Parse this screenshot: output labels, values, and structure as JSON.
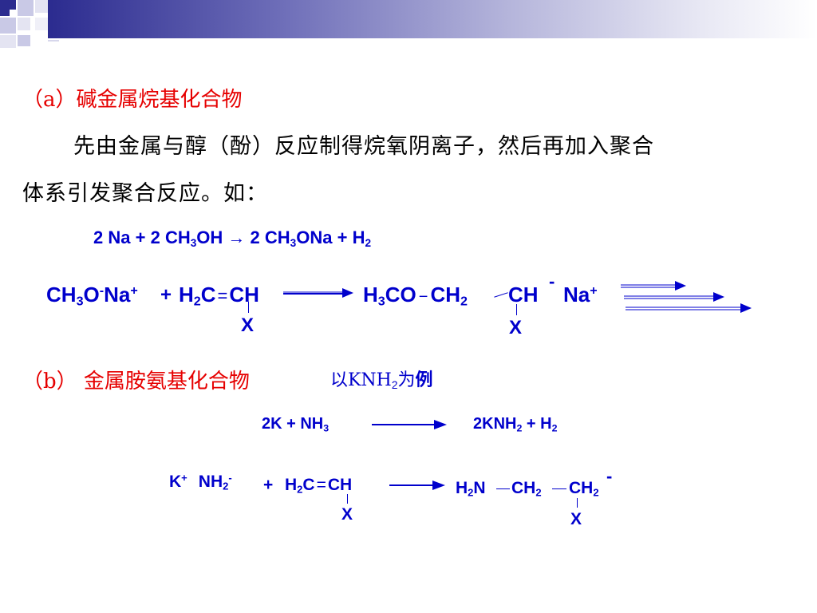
{
  "colors": {
    "accent": "#2b2b8f",
    "heading": "#e60000",
    "equation": "#0000cc",
    "text": "#000000"
  },
  "section_a": {
    "heading": "（a）碱金属烷基化合物",
    "para_line1": "先由金属与醇（酚）反应制得烷氧阴离子，然后再加入聚合",
    "para_line2": "体系引发聚合反应。如："
  },
  "eq1": {
    "t1": "2 Na",
    "plus1": "+",
    "t2": "2 CH",
    "s1": "3",
    "t3": "OH",
    "arrow": "→",
    "t4": "2 CH",
    "s2": "3",
    "t5": "ONa",
    "plus2": "+",
    "t6": "H",
    "s3": "2"
  },
  "eq2": {
    "r1a": "CH",
    "r1s": "3",
    "r1b": "O",
    "r1sup": "-",
    "r1c": "Na",
    "r1sup2": "+",
    "plus": "+",
    "r2a": "H",
    "r2s": "2",
    "r2b": "C",
    "r2bond": "=",
    "r2c": "CH",
    "r2x": "X",
    "p1a": "H",
    "p1s": "3",
    "p1b": "CO",
    "p1bond": "−",
    "p1c": "CH",
    "p1s2": "2",
    "p1d": "CH",
    "p1x": "X",
    "p1minus": "-",
    "p1na": "Na",
    "p1nasup": "+"
  },
  "section_b": {
    "heading": "（b） 金属胺氨基化合物",
    "note_a": "以KNH",
    "note_sub": "2",
    "note_b": "为",
    "note_c": "例"
  },
  "eq3": {
    "l1": "2K + NH",
    "ls": "3",
    "r1": "2KNH",
    "rs": "2",
    "r2": " + H",
    "rs2": "2"
  },
  "eq4": {
    "k": "K",
    "ksup": "+",
    "nh": "NH",
    "nhs": "2",
    "nhsup": "-",
    "plus": "+",
    "h": "H",
    "hs": "2",
    "c": "C",
    "bond": "=",
    "ch": "CH",
    "x1": "X",
    "p1": "H",
    "p1s": "2",
    "p2": "N",
    "p3": "CH",
    "p3s": "2",
    "p4": "CH",
    "p4s": "2",
    "psup": "-",
    "x2": "X"
  }
}
